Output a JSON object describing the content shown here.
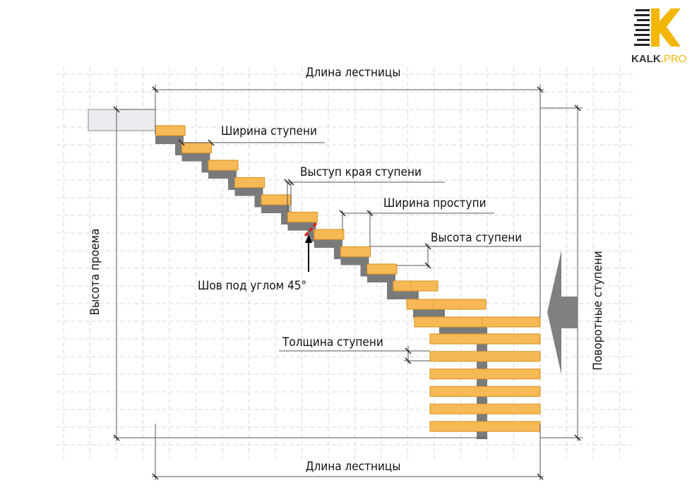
{
  "logo": {
    "text_main": "KALK",
    "text_dot": ".",
    "text_pro": "PRO",
    "accent": "#f2b705"
  },
  "labels": {
    "length_top": "Длина лестницы",
    "length_bottom": "Длина лестницы",
    "opening_height": "Высота проема",
    "winder_steps": "Поворотные ступени",
    "step_width": "Ширина ступени",
    "nosing": "Выступ края ступени",
    "tread_width": "Ширина проступи",
    "step_height": "Высота ступени",
    "seam": "Шов под углом 45°",
    "step_thickness": "Толщина ступени"
  },
  "colors": {
    "tread": "#f7b955",
    "tread_stroke": "#d99a30",
    "stringer": "#7a7a7a",
    "grid": "#d8d8d8",
    "seam": "#e01010"
  }
}
